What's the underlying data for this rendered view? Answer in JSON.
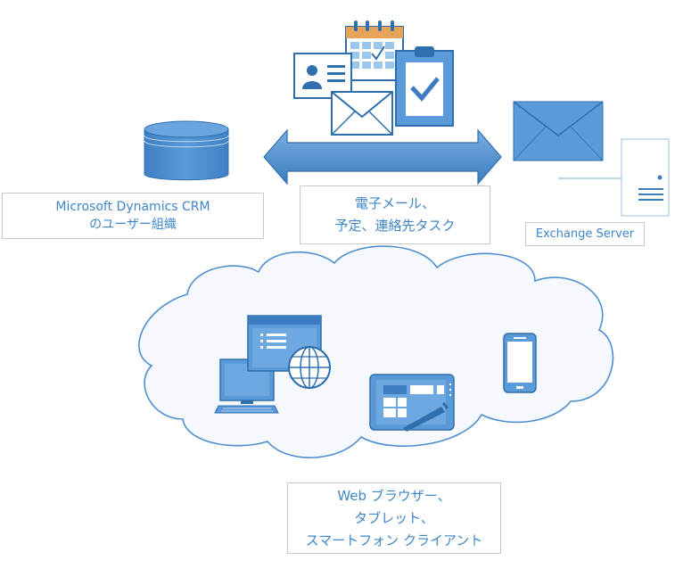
{
  "crm": {
    "line1": "Microsoft Dynamics CRM",
    "line2": "のユーザー組織",
    "icon": "database-icon"
  },
  "sync": {
    "line1": "電子メール、",
    "line2": "予定、連絡先タスク",
    "icons": [
      "contact-card-icon",
      "calendar-icon",
      "envelope-icon",
      "task-clipboard-icon",
      "double-arrow-icon"
    ]
  },
  "exchange": {
    "label": "Exchange Server",
    "icons": [
      "envelope-icon",
      "server-icon"
    ]
  },
  "clients": {
    "line1": "Web ブラウザー、",
    "line2": "タブレット、",
    "line3": "スマートフォン クライアント",
    "icons": [
      "desktop-computer-icon",
      "browser-window-icon",
      "globe-icon",
      "tablet-icon",
      "smartphone-icon",
      "cloud-icon"
    ]
  },
  "colors": {
    "accent": "#4f8fd0",
    "accent_dark": "#2f6fae",
    "text": "#3f86c8",
    "cloud_fill": "#f4f7fb",
    "cloud_stroke": "#4f8fd0"
  }
}
